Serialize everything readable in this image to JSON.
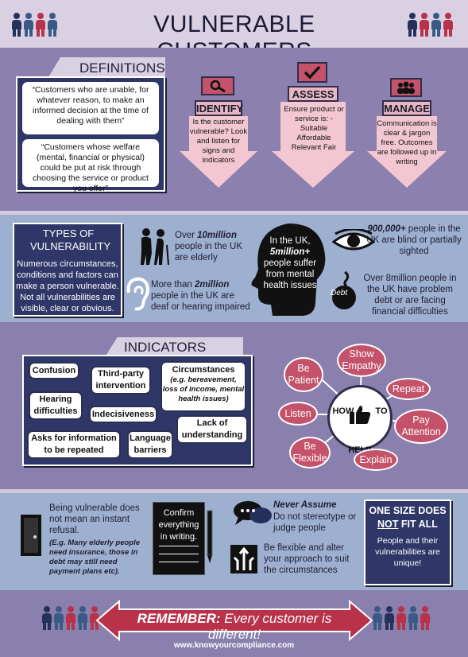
{
  "header": {
    "title": "VULNERABLE CUSTOMERS"
  },
  "definitions": {
    "heading": "DEFINITIONS",
    "quote1": "“Customers who are unable, for whatever reason, to make an informed decision at the time of dealing with them”",
    "quote2": "“Customers whose welfare (mental, financial or physical) could be put at risk through choosing the service or product you offer”"
  },
  "steps": [
    {
      "title": "IDENTIFY",
      "text": "Is the customer vulnerable? Look and listen for signs and indicators"
    },
    {
      "title": "ASSESS",
      "text": "Ensure product or service is: - Suitable Affordable Relevant Fair"
    },
    {
      "title": "MANAGE",
      "text": "Communication is clear & jargon free. Outcomes are followed up in writing"
    }
  ],
  "types": {
    "heading": "TYPES OF VULNERABILITY",
    "body": "Numerous circumstances, conditions and factors can make a person vulnerable. Not all vulnerabilities are visible, clear or obvious."
  },
  "stats": {
    "elderly_num": "10million",
    "elderly_pre": "Over ",
    "elderly_post": " people in the UK are elderly",
    "deaf_pre": "More than ",
    "deaf_num": "2million",
    "deaf_post": " people in the UK are deaf or hearing impaired",
    "mental_pre": "In the UK, ",
    "mental_num": "5million+",
    "mental_post": " people suffer from mental health issues",
    "blind_num": "900,000+",
    "blind_post": " people in the UK are blind or partially sighted",
    "debt_text": "Over 8million people in the UK have problem debt or are facing financial difficulties",
    "debt_label": "Debt"
  },
  "indicators": {
    "heading": "INDICATORS",
    "items": {
      "confusion": "Confusion",
      "third_party": "Third-party intervention",
      "circumstances": "Circumstances",
      "circumstances_note": "(e.g. bereavement, loss of income, mental health issues)",
      "hearing": "Hearing difficulties",
      "indecisiveness": "Indecisiveness",
      "lack": "Lack of understanding",
      "asks": "Asks for information to be repeated",
      "language": "Language barriers"
    }
  },
  "help": {
    "center": "HOW TO HELP",
    "items": [
      "Show Empathy",
      "Be Patient",
      "Repeat",
      "Listen",
      "Pay Attention",
      "Be Flexible",
      "Explain"
    ]
  },
  "tips": {
    "refusal": "Being vulnerable does not mean an instant refusal.",
    "refusal_note": "(E.g. Many elderly people need insurance, those in debt may still need payment plans etc).",
    "confirm": "Confirm everything in writing.",
    "never_assume": "Never Assume",
    "never_assume_body": "Do not stereotype or judge people",
    "flexible": "Be flexible and alter your approach to suit the circumstances",
    "one_size_1": "ONE SIZE DOES",
    "one_size_not": "NOT",
    "one_size_2": " FIT ALL",
    "one_size_body": "People and their vulnerabilities are unique!"
  },
  "footer": {
    "remember_bold": "REMEMBER:",
    "remember_rest": " Every customer is different!",
    "url": "www.knowyourcompliance.com"
  },
  "colors": {
    "navy": "#2e3767",
    "pink": "#c4526a",
    "light_pink": "#f3c7d1",
    "purple_band": "#8a7fae",
    "blue_band": "#9cb0cf"
  }
}
